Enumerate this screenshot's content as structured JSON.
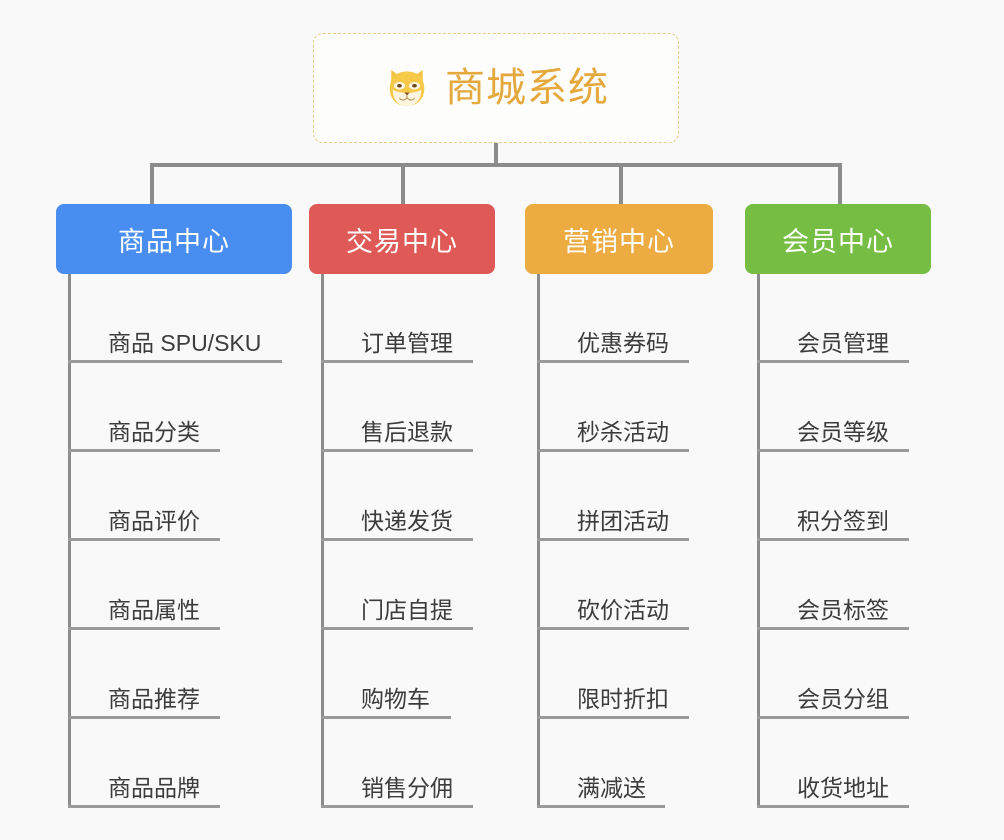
{
  "diagram": {
    "type": "org-chart",
    "background_color": "#f9f9f9",
    "connector_color": "#8c8c8c",
    "root": {
      "title": "商城系统",
      "icon": "shiba-dog-face-icon",
      "text_color": "#e5a83c",
      "border_color": "#e8c98a"
    },
    "columns": [
      {
        "label": "商品中心",
        "color": "#4a8df0",
        "text_color": "#ffffff",
        "items": [
          "商品 SPU/SKU",
          "商品分类",
          "商品评价",
          "商品属性",
          "商品推荐",
          "商品品牌"
        ]
      },
      {
        "label": "交易中心",
        "color": "#df5a56",
        "text_color": "#ffffff",
        "items": [
          "订单管理",
          "售后退款",
          "快递发货",
          "门店自提",
          "购物车",
          "销售分佣"
        ]
      },
      {
        "label": "营销中心",
        "color": "#edac42",
        "text_color": "#ffffff",
        "items": [
          "优惠券码",
          "秒杀活动",
          "拼团活动",
          "砍价活动",
          "限时折扣",
          "满减送"
        ]
      },
      {
        "label": "会员中心",
        "color": "#76be43",
        "text_color": "#ffffff",
        "items": [
          "会员管理",
          "会员等级",
          "积分签到",
          "会员标签",
          "会员分组",
          "收货地址"
        ]
      }
    ]
  }
}
